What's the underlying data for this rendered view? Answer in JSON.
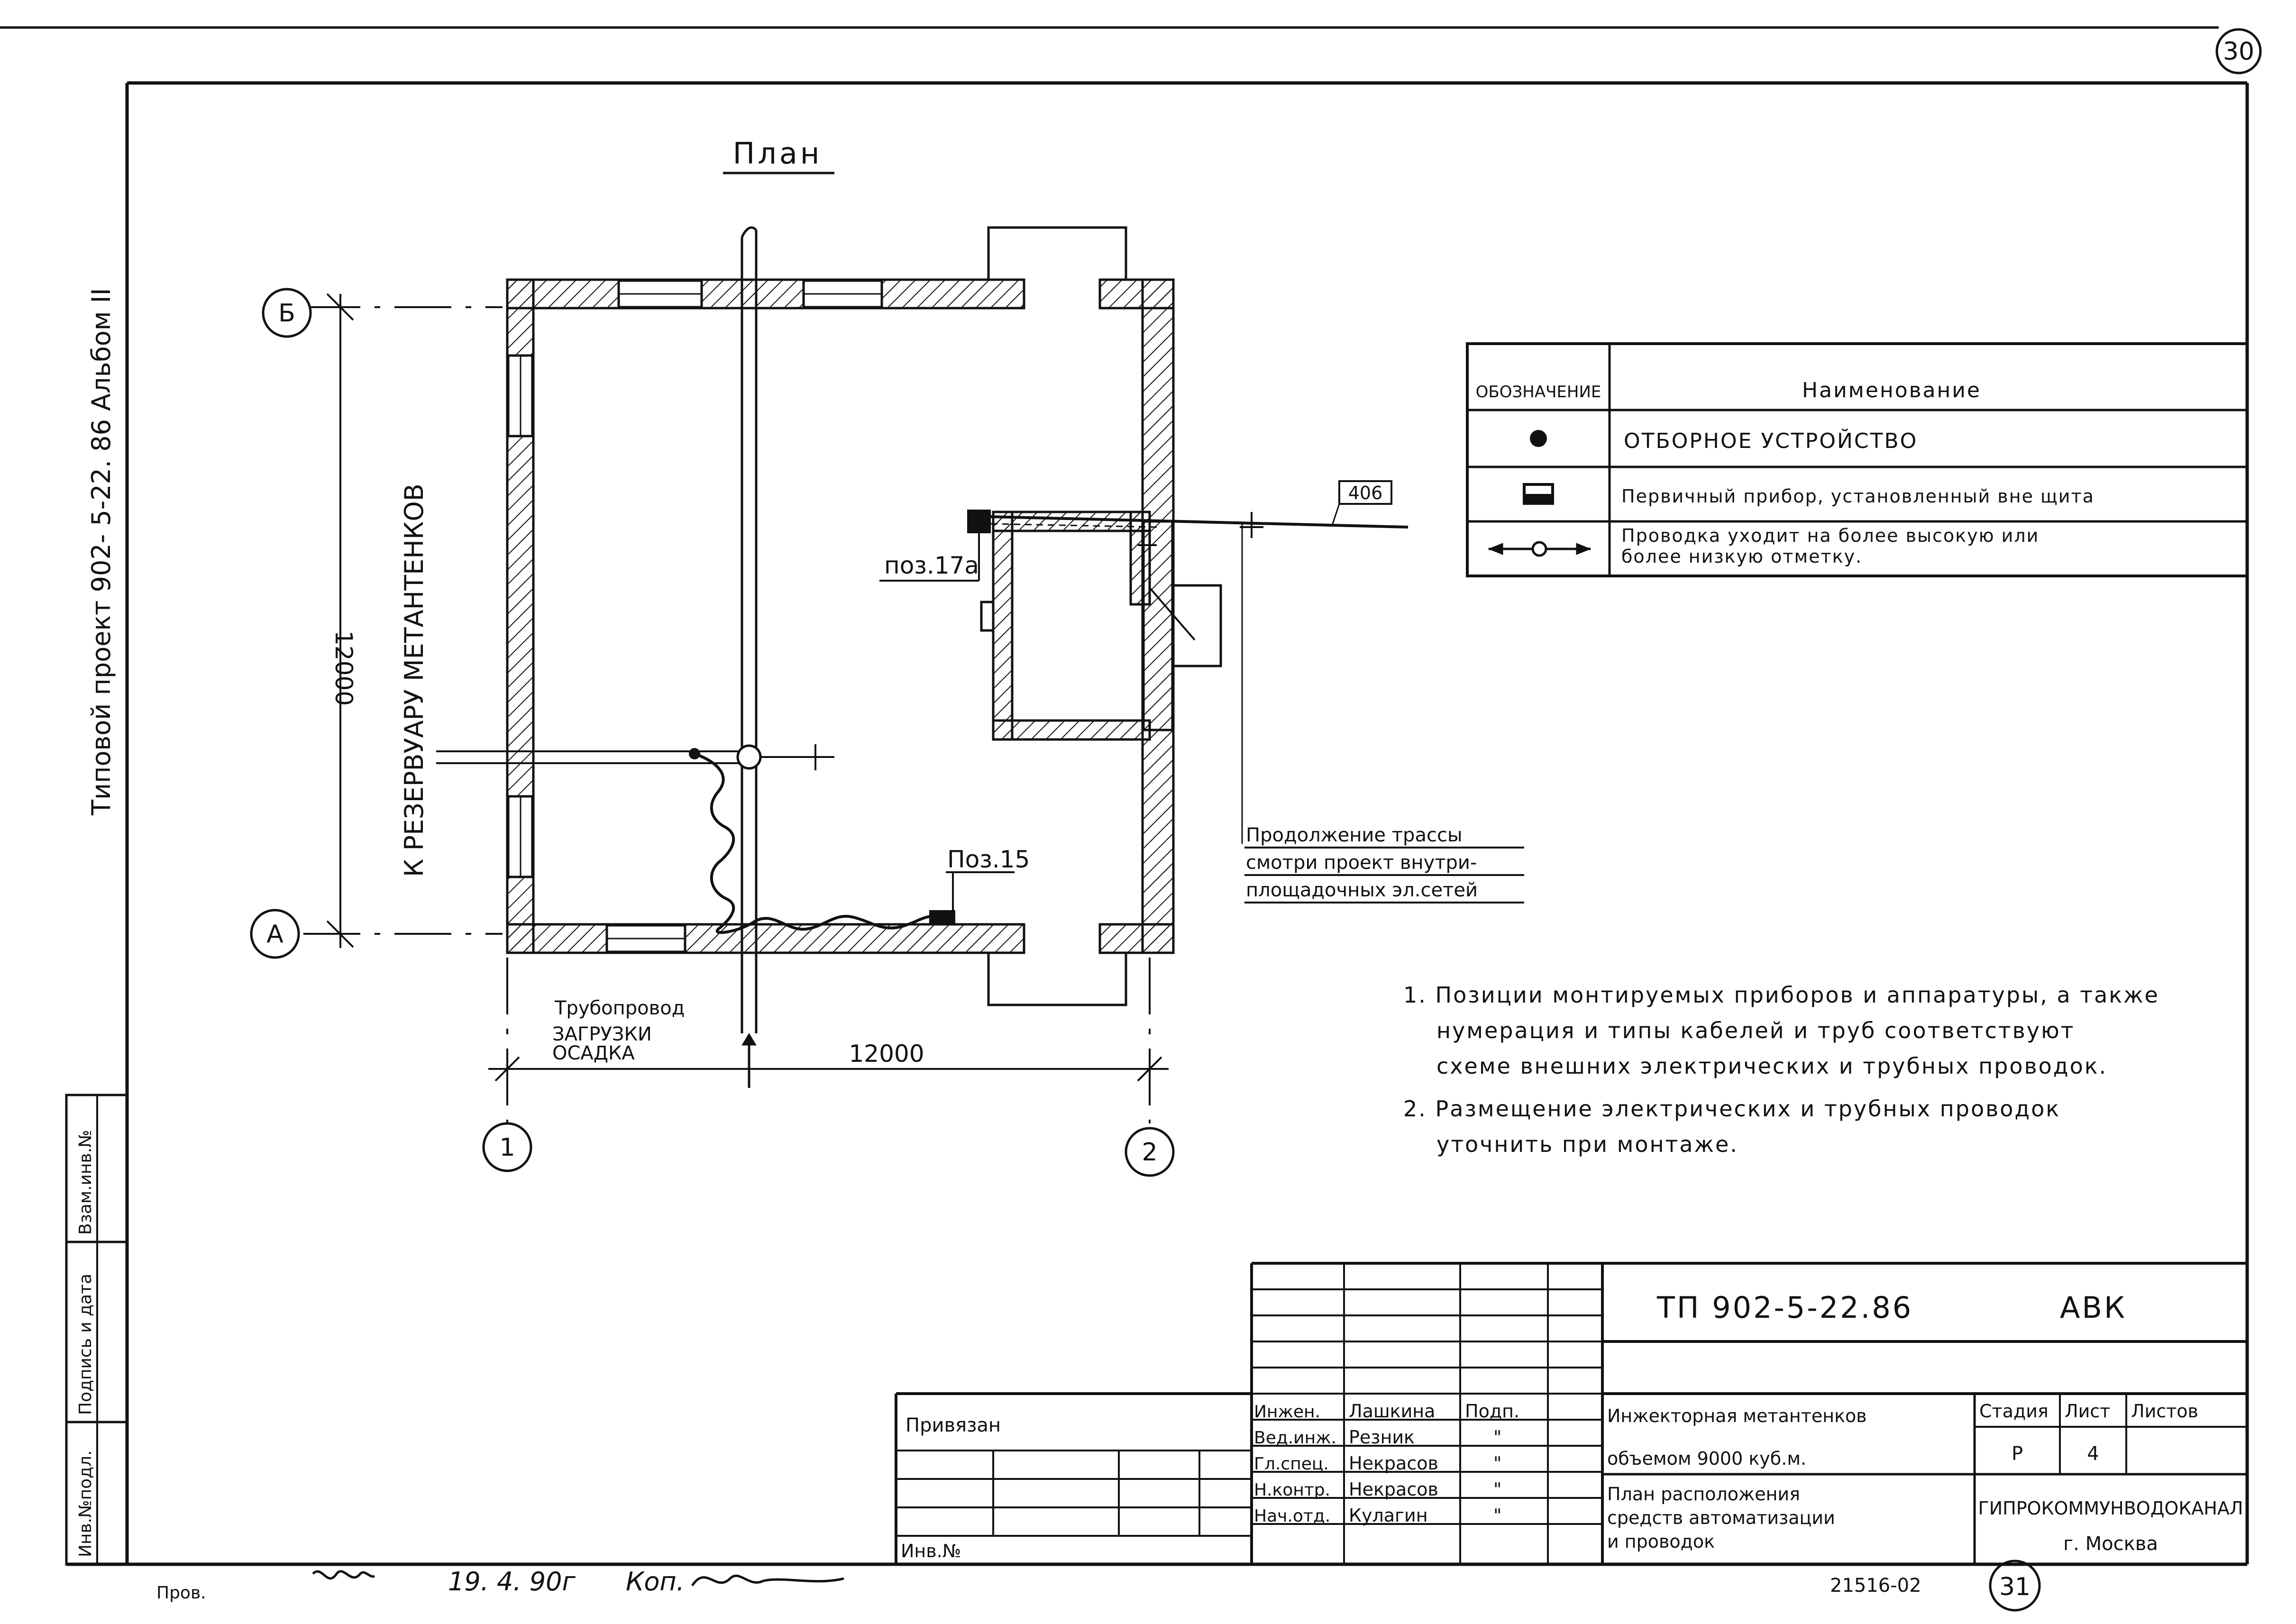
{
  "sheet_number_top": "30",
  "sheet_number_bottom": "31",
  "left_margin_title": "Типовой   проект 902- 5-22. 86    Альбом II",
  "plan_title": "План",
  "axes": {
    "a": "А",
    "b": "Б",
    "one": "1",
    "two": "2"
  },
  "dimensions": {
    "vertical": "12000",
    "horizontal": "12000"
  },
  "labels": {
    "to_reservoir": "К РЕЗЕРВУАРУ МЕТАНТЕНКОВ",
    "pipeline_line1": "Трубопровод",
    "pipeline_line2": "ЗАГРУЗКИ",
    "pipeline_line3": "ОСАДКА",
    "pos17a": "поз.17а",
    "pos15": "Поз.15",
    "cable_tag": "406",
    "continuation_line1": "Продолжение трассы",
    "continuation_line2": "смотри проект внутри-",
    "continuation_line3": "площадочных эл.сетей"
  },
  "legend": {
    "header_symbol": "ОБОЗНАЧЕНИЕ",
    "header_name": "Наименование",
    "rows": [
      {
        "icon": "dot-icon",
        "name": "ОТБОРНОЕ  УСТРОЙСТВО"
      },
      {
        "icon": "primary-instrument-icon",
        "name": "Первичный прибор, установленный вне щита"
      },
      {
        "icon": "level-change-wire-icon",
        "name": "Проводка уходит на более высокую или более низкую отметку."
      }
    ]
  },
  "notes": [
    "1. Позиции монтируемых приборов и аппаратуры, а также",
    "нумерация  и  типы кабелей  и труб  соответствуют",
    "схеме  внешних  электрических  и трубных проводок.",
    "2. Размещение электрических   и  трубных проводок",
    "уточнить  при  монтаже."
  ],
  "stamp_labels": {
    "inv_podl": "Инв.№подл.",
    "podpis_data": "Подпись и дата",
    "vzam_inv": "Взам.инв.№"
  },
  "title_block": {
    "doc_code": "ТП 902-5-22.86",
    "doc_suffix": "АВК",
    "privyazan": "Привязан",
    "inv_no": "Инв.№",
    "object_line1": "Инжекторная метантенков",
    "object_line2": "объемом 9000 куб.м.",
    "sheet_title_line1": "План расположения",
    "sheet_title_line2": "средств  автоматизации",
    "sheet_title_line3": "и проводок",
    "stage_label": "Стадия",
    "sheet_label": "Лист",
    "sheets_label": "Листов",
    "stage_value": "Р",
    "sheet_value": "4",
    "organization": "ГИПРОКОММУНВОДОКАНАЛ",
    "city": "г. Москва",
    "people": [
      {
        "role": "Инжен.",
        "name": "Лашкина",
        "sign": "Подп."
      },
      {
        "role": "Вед.инж.",
        "name": "Резник",
        "sign": "\""
      },
      {
        "role": "Гл.спец.",
        "name": "Некрасов",
        "sign": "\""
      },
      {
        "role": "Н.контр.",
        "name": "Некрасов",
        "sign": "\""
      },
      {
        "role": "Нач.отд.",
        "name": "Кулагин",
        "sign": "\""
      }
    ]
  },
  "footer": {
    "checked": "Пров.",
    "date": "19. 4. 90г",
    "copy": "Коп.",
    "archive_no": "21516-02"
  }
}
